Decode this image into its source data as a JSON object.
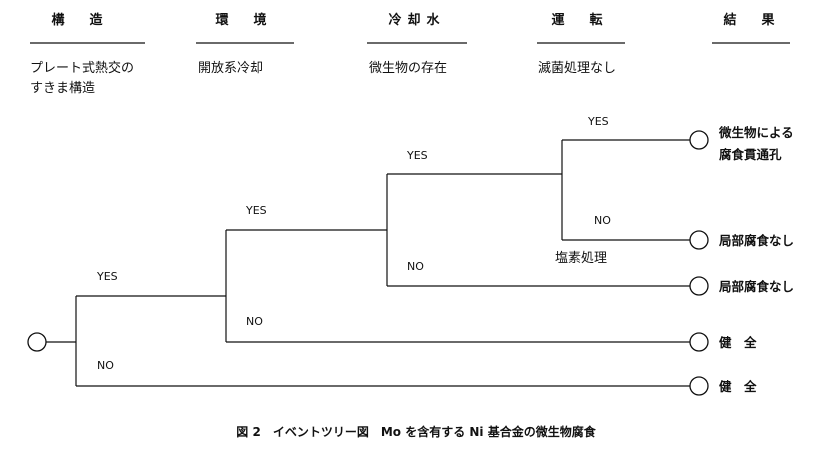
{
  "headers": [
    "構　造",
    "環　境",
    "冷却水",
    "運　転",
    "結　果"
  ],
  "conditions": {
    "structure": [
      "プレート式熱交の",
      "すきま構造"
    ],
    "environment": "開放系冷却",
    "cooling_water": "微生物の存在",
    "operation": "滅菌処理なし"
  },
  "branches": {
    "yes": "YES",
    "no": "NO"
  },
  "extra_label": "塩素処理",
  "outcomes": {
    "o1": [
      "微生物による",
      "腐食貫通孔"
    ],
    "o2": "局部腐食なし",
    "o3": "局部腐食なし",
    "o4": "健　全",
    "o5": "健　全"
  },
  "caption": "図 2　イベントツリー図　Mo を含有する Ni 基合金の微生物腐食"
}
